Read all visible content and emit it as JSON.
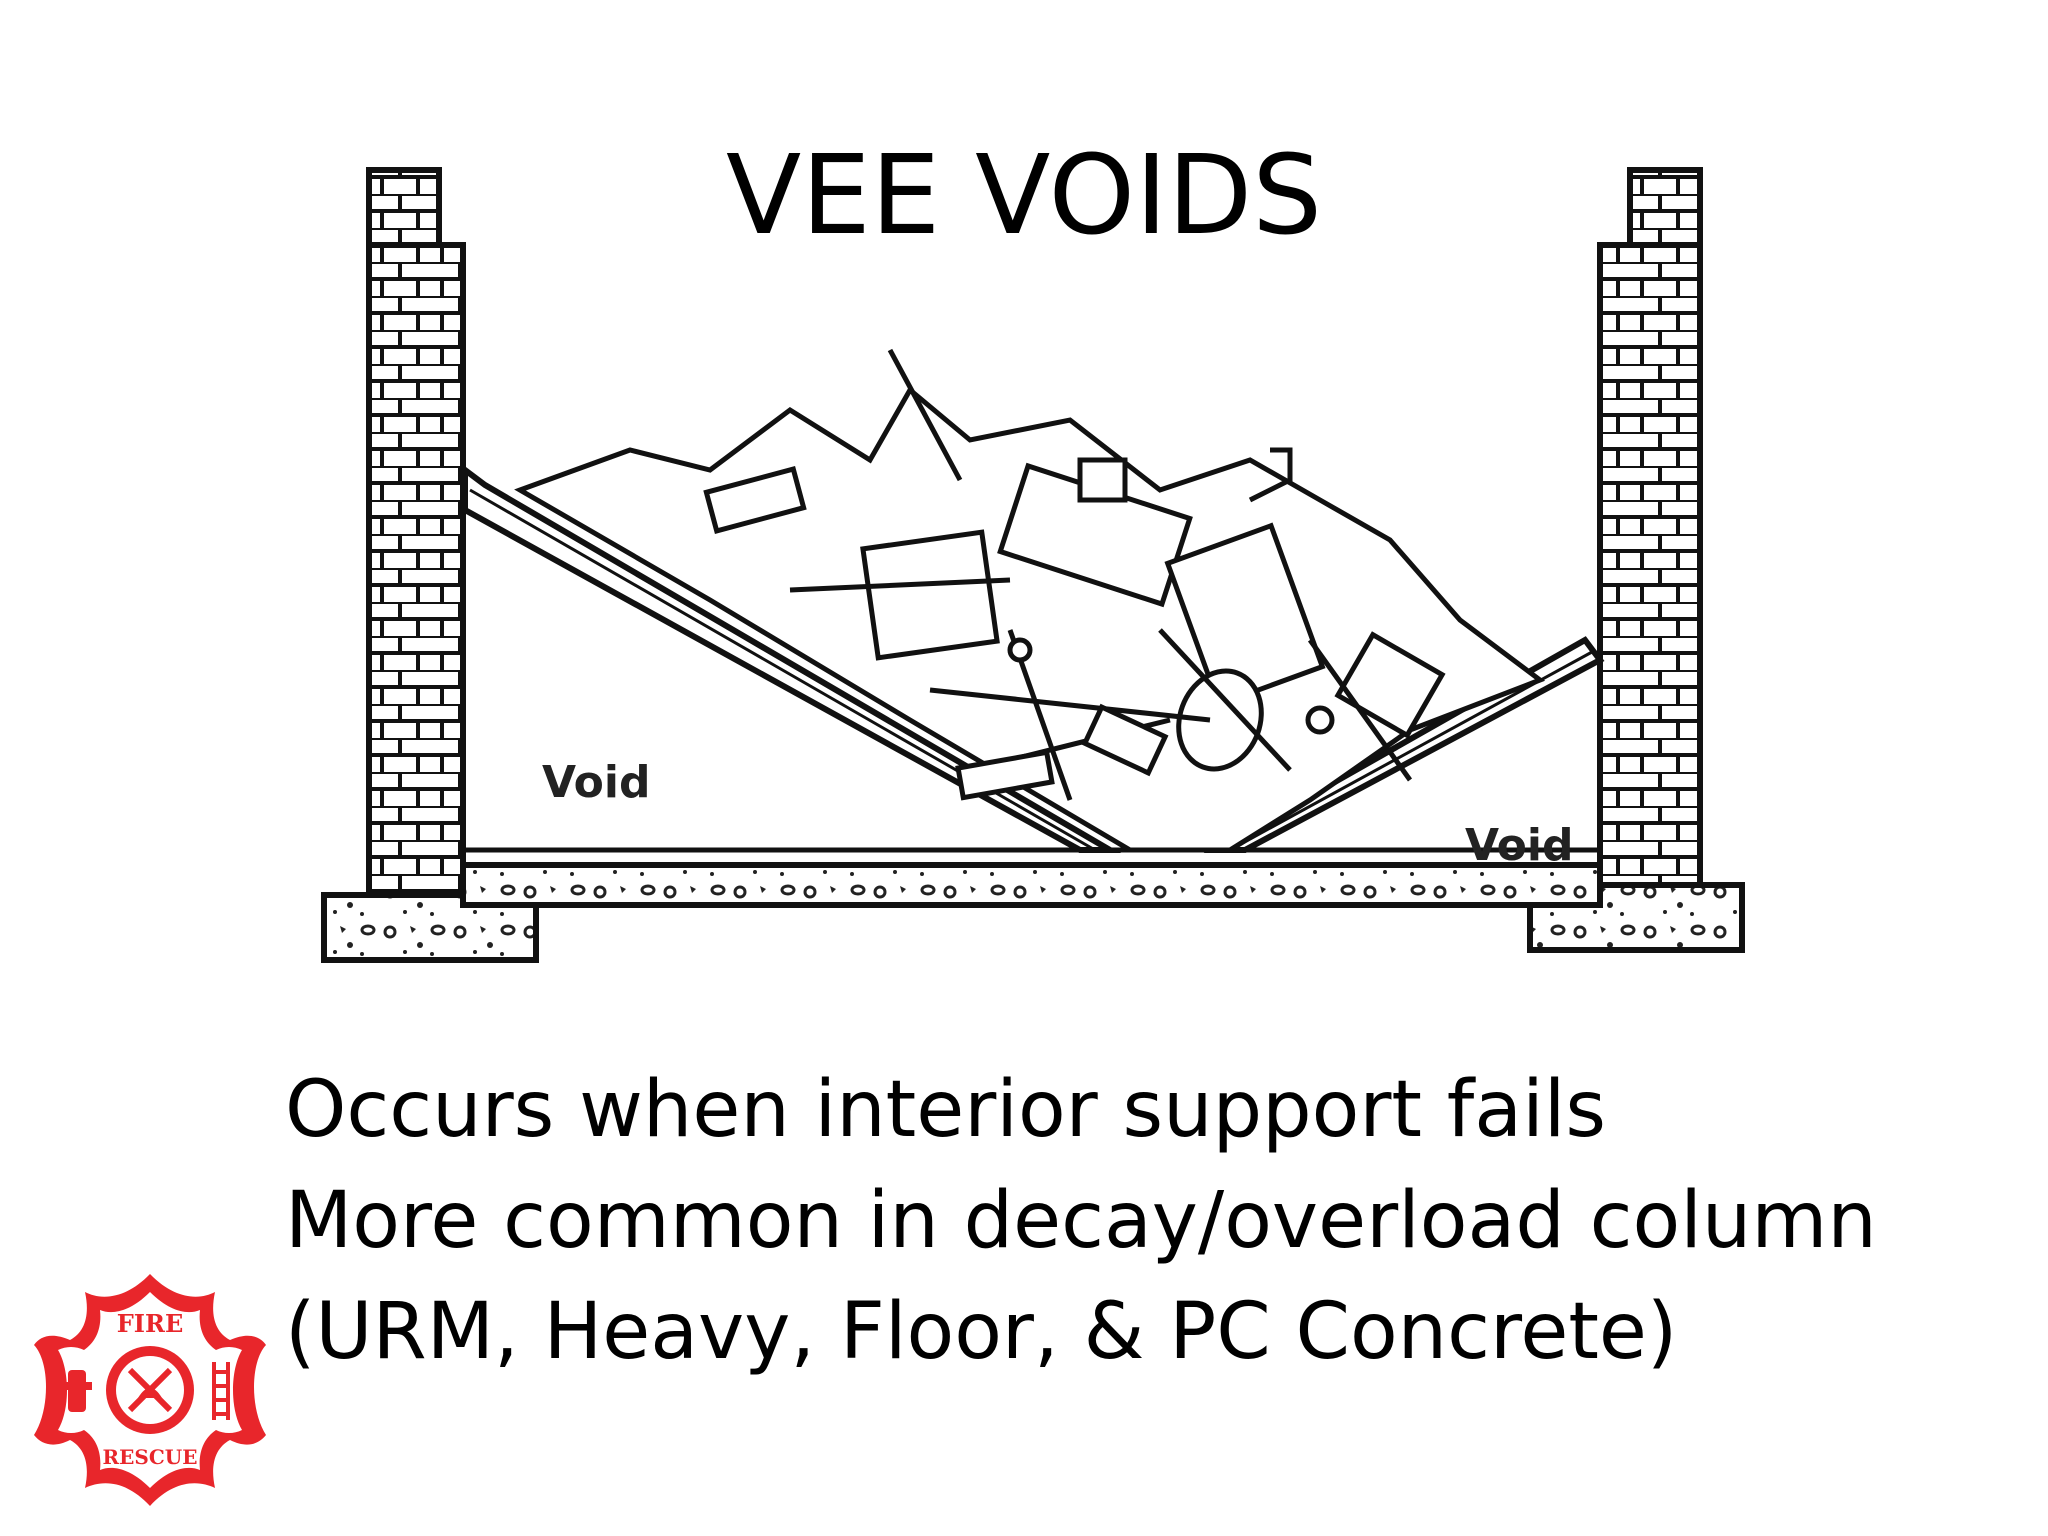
{
  "slide": {
    "title": "VEE VOIDS",
    "diagram": {
      "void_left": "Void",
      "void_right": "Void"
    },
    "bullets": [
      "Occurs when interior support fails",
      "More common in decay/overload column",
      "(URM, Heavy, Floor, & PC Concrete)"
    ],
    "logo": {
      "top_text": "FIRE",
      "bottom_text": "RESCUE",
      "color": "#e8262b"
    }
  }
}
